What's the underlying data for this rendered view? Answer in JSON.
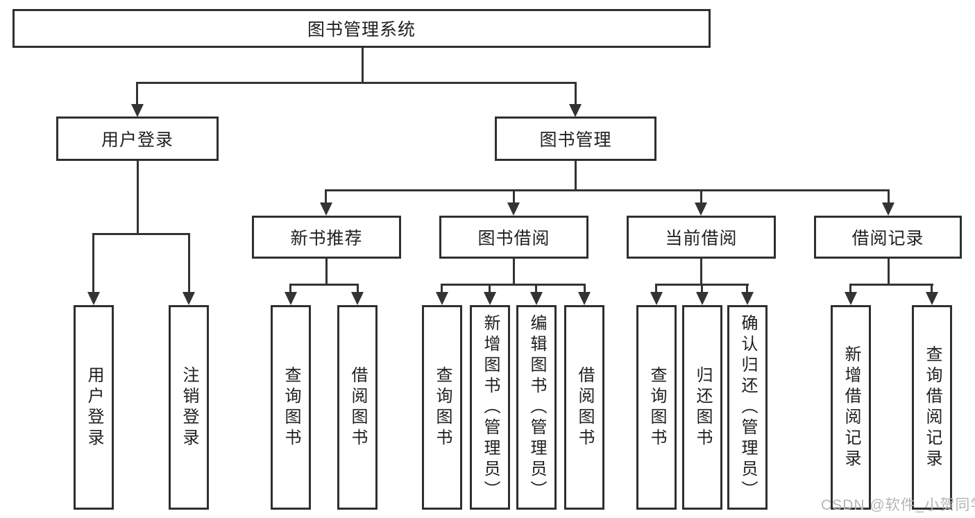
{
  "diagram": {
    "type": "hierarchy-tree",
    "colors": {
      "line": "#333333",
      "box_border": "#2f2f2f",
      "text": "#1f1f1f",
      "background": "#ffffff",
      "watermark": "#b5b5b5"
    },
    "tree": {
      "label": "图书管理系统",
      "children": [
        {
          "label": "用户登录",
          "children": [
            {
              "label": "用户登录"
            },
            {
              "label": "注销登录"
            }
          ]
        },
        {
          "label": "图书管理",
          "children": [
            {
              "label": "新书推荐",
              "children": [
                {
                  "label": "查询图书"
                },
                {
                  "label": "借阅图书"
                }
              ]
            },
            {
              "label": "图书借阅",
              "children": [
                {
                  "label": "查询图书"
                },
                {
                  "label": "新增图书（管理员）"
                },
                {
                  "label": "编辑图书（管理员）"
                },
                {
                  "label": "借阅图书"
                }
              ]
            },
            {
              "label": "当前借阅",
              "children": [
                {
                  "label": "查询图书"
                },
                {
                  "label": "归还图书"
                },
                {
                  "label": "确认归还（管理员）"
                }
              ]
            },
            {
              "label": "借阅记录",
              "children": [
                {
                  "label": "新增借阅记录"
                },
                {
                  "label": "查询借阅记录"
                }
              ]
            }
          ]
        }
      ]
    },
    "watermark": {
      "text": "CSDN @软件_小贺同学"
    }
  }
}
